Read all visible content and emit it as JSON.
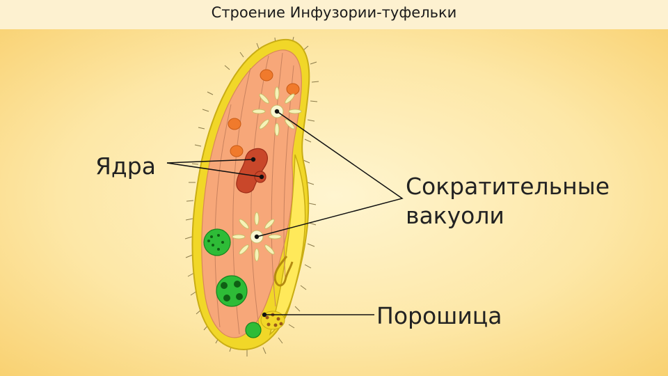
{
  "title": "Строение Инфузории-туфельки",
  "labels": {
    "nuclei": "Ядра",
    "contractile_vacuoles_line1": "Сократительные",
    "contractile_vacuoles_line2": "вакуоли",
    "anal_pore": "Порошица"
  },
  "colors": {
    "background_center": "#fff5d0",
    "background_edge": "#f8cf6c",
    "pellicle": "#f1d728",
    "cytoplasm": "#f7a779",
    "macronucleus": "#c9472a",
    "food_vacuole_green": "#2ebc37",
    "food_vacuole_orange": "#f07a2c",
    "contractile_vacuole": "#f6f3b8"
  }
}
